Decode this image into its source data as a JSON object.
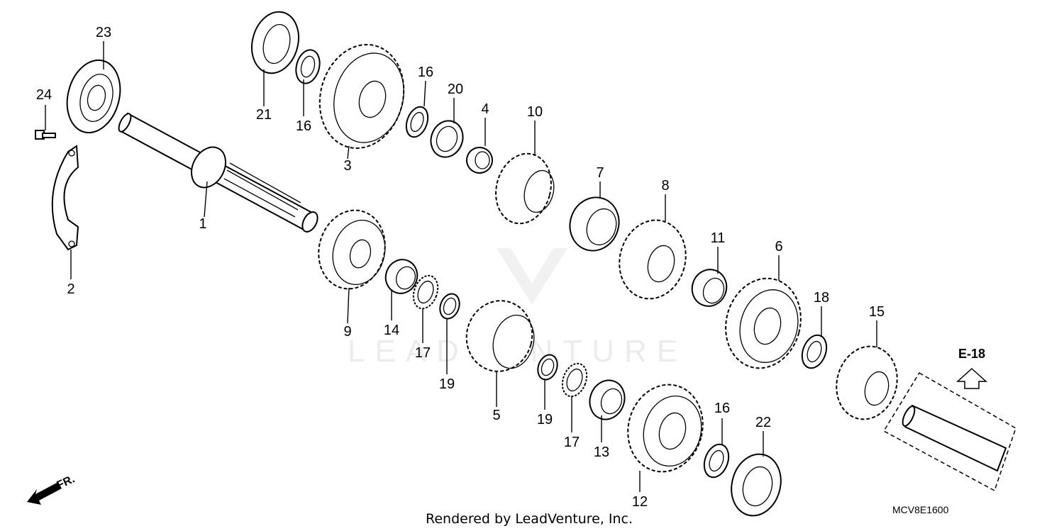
{
  "diagram": {
    "callouts": [
      "1",
      "2",
      "3",
      "4",
      "5",
      "6",
      "7",
      "8",
      "9",
      "10",
      "11",
      "12",
      "13",
      "14",
      "15",
      "16",
      "16",
      "16",
      "17",
      "17",
      "18",
      "19",
      "19",
      "20",
      "21",
      "22",
      "23",
      "24"
    ],
    "reference": "E-18",
    "direction_label": "FR.",
    "credit": "Rendered by LeadVenture, Inc.",
    "diagram_code": "MCV8E1600",
    "watermark": "LEADVENTURE"
  },
  "colors": {
    "line": "#000000",
    "background": "#ffffff",
    "watermark": "#ececec"
  }
}
